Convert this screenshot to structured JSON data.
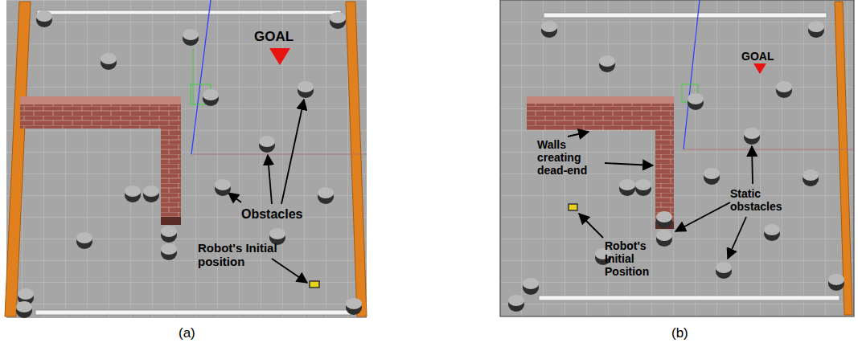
{
  "diagram": {
    "labels": [
      "GOAL",
      "Obstacles",
      "Robot's Initial position",
      "(a)",
      "GOAL",
      "Walls creating dead-end",
      "Static obstacles",
      "Robot's Initial Position",
      "(b)"
    ]
  }
}
